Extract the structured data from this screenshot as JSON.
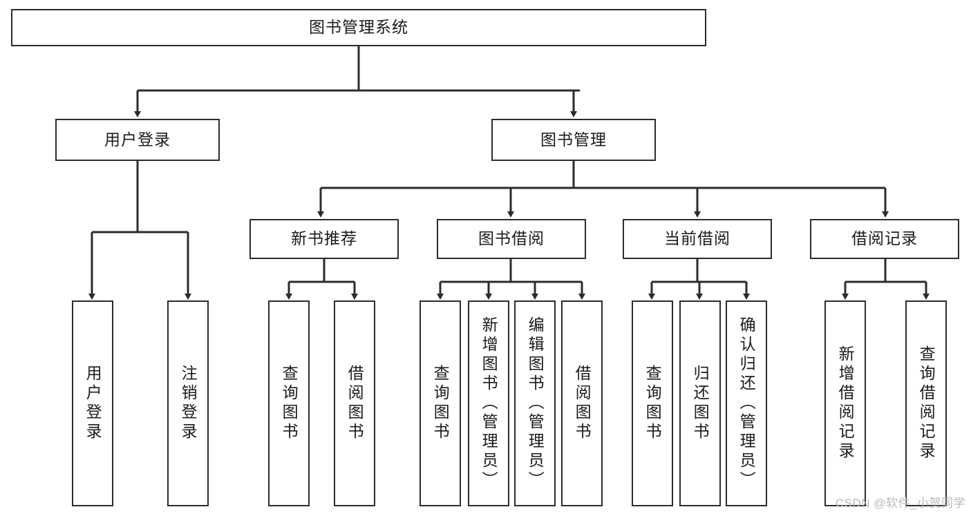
{
  "diagram": {
    "title": "图书管理系统",
    "root": {
      "label": "图书管理系统"
    },
    "level2": [
      {
        "label": "用户登录"
      },
      {
        "label": "图书管理"
      }
    ],
    "level3": [
      {
        "label": "新书推荐"
      },
      {
        "label": "图书借阅"
      },
      {
        "label": "当前借阅"
      },
      {
        "label": "借阅记录"
      }
    ],
    "leaves": [
      {
        "label": "用户登录",
        "parent": "用户登录"
      },
      {
        "label": "注销登录",
        "parent": "用户登录"
      },
      {
        "label": "查询图书",
        "parent": "新书推荐"
      },
      {
        "label": "借阅图书",
        "parent": "新书推荐"
      },
      {
        "label": "查询图书",
        "parent": "图书借阅"
      },
      {
        "label": "新增图书（管理员）",
        "parent": "图书借阅"
      },
      {
        "label": "编辑图书（管理员）",
        "parent": "图书借阅"
      },
      {
        "label": "借阅图书",
        "parent": "图书借阅"
      },
      {
        "label": "查询图书",
        "parent": "当前借阅"
      },
      {
        "label": "归还图书",
        "parent": "当前借阅"
      },
      {
        "label": "确认归还（管理员）",
        "parent": "当前借阅"
      },
      {
        "label": "新增借阅记录",
        "parent": "借阅记录"
      },
      {
        "label": "查询借阅记录",
        "parent": "借阅记录"
      }
    ]
  },
  "watermark": {
    "text": "CSDN @软件_小贺同学"
  },
  "colors": {
    "border": "#2b2b2b",
    "background": "#ffffff",
    "text": "#1a1a1a",
    "watermark": "#b9b9b9"
  }
}
